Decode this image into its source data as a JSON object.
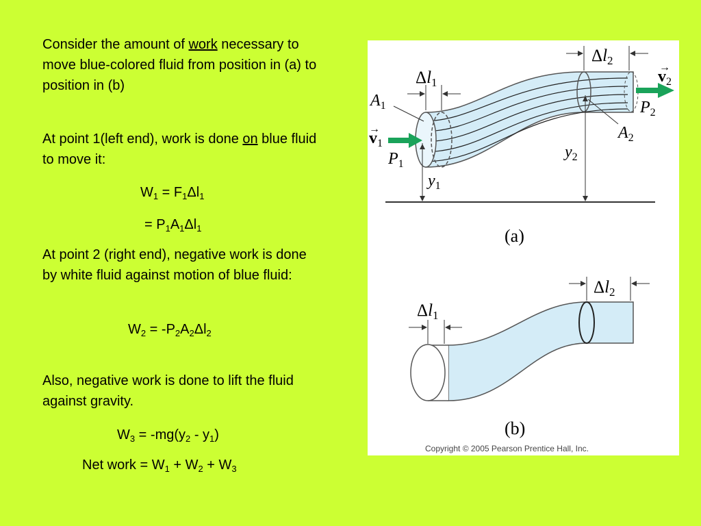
{
  "text": {
    "p1_a": "Consider the amount of ",
    "p1_work": "work",
    "p1_b": " necessary to move blue-colored fluid from position in (a) to position in (b)",
    "p2_a": "At point 1(left end), work is done ",
    "p2_on": "on",
    "p2_b": " blue fluid to move it:",
    "p3": "At point 2 (right end), negative work is done by white fluid against motion of blue fluid:",
    "p4": "Also, negative work is done to lift the fluid against gravity."
  },
  "equations": {
    "w1": {
      "W": "W",
      "s1": "1",
      "eq": " = F",
      "s2": "1",
      "dl": "Δl",
      "s3": "1"
    },
    "w1b": {
      "eq": "= P",
      "s1": "1",
      "A": "A",
      "s2": "1",
      "dl": "Δl",
      "s3": "1"
    },
    "w2": {
      "W": "W",
      "s1": "2",
      "eq": " = -P",
      "s2": "2",
      "A": "A",
      "s3": "2",
      "dl": "Δl",
      "s4": "2"
    },
    "w3": {
      "W": "W",
      "s1": "3",
      "eq": " = -mg(y",
      "s2": "2",
      "mid": " - y",
      "s3": "1",
      "end": ")"
    },
    "net": {
      "lead": "Net work = W",
      "s1": "1",
      "p1": " + W",
      "s2": "2",
      "p2": " + W",
      "s3": "3"
    }
  },
  "figure": {
    "a": {
      "delta_l2": "Δ",
      "l2": "l",
      "l2_sub": "2",
      "delta_l1": "Δ",
      "l1": "l",
      "l1_sub": "1",
      "A1": "A",
      "A1_sub": "1",
      "A2": "A",
      "A2_sub": "2",
      "v1": "v",
      "v1_sub": "1",
      "v2": "v",
      "v2_sub": "2",
      "P1": "P",
      "P1_sub": "1",
      "P2": "P",
      "P2_sub": "2",
      "y1": "y",
      "y1_sub": "1",
      "y2": "y",
      "y2_sub": "2",
      "caption": "(a)"
    },
    "b": {
      "delta_l2": "Δ",
      "l2": "l",
      "l2_sub": "2",
      "delta_l1": "Δ",
      "l1": "l",
      "l1_sub": "1",
      "caption": "(b)"
    },
    "copyright": "Copyright © 2005 Pearson Prentice Hall, Inc.",
    "colors": {
      "fluid": "#d4ecf7",
      "arrow": "#1aa35a",
      "line": "#333333"
    }
  }
}
